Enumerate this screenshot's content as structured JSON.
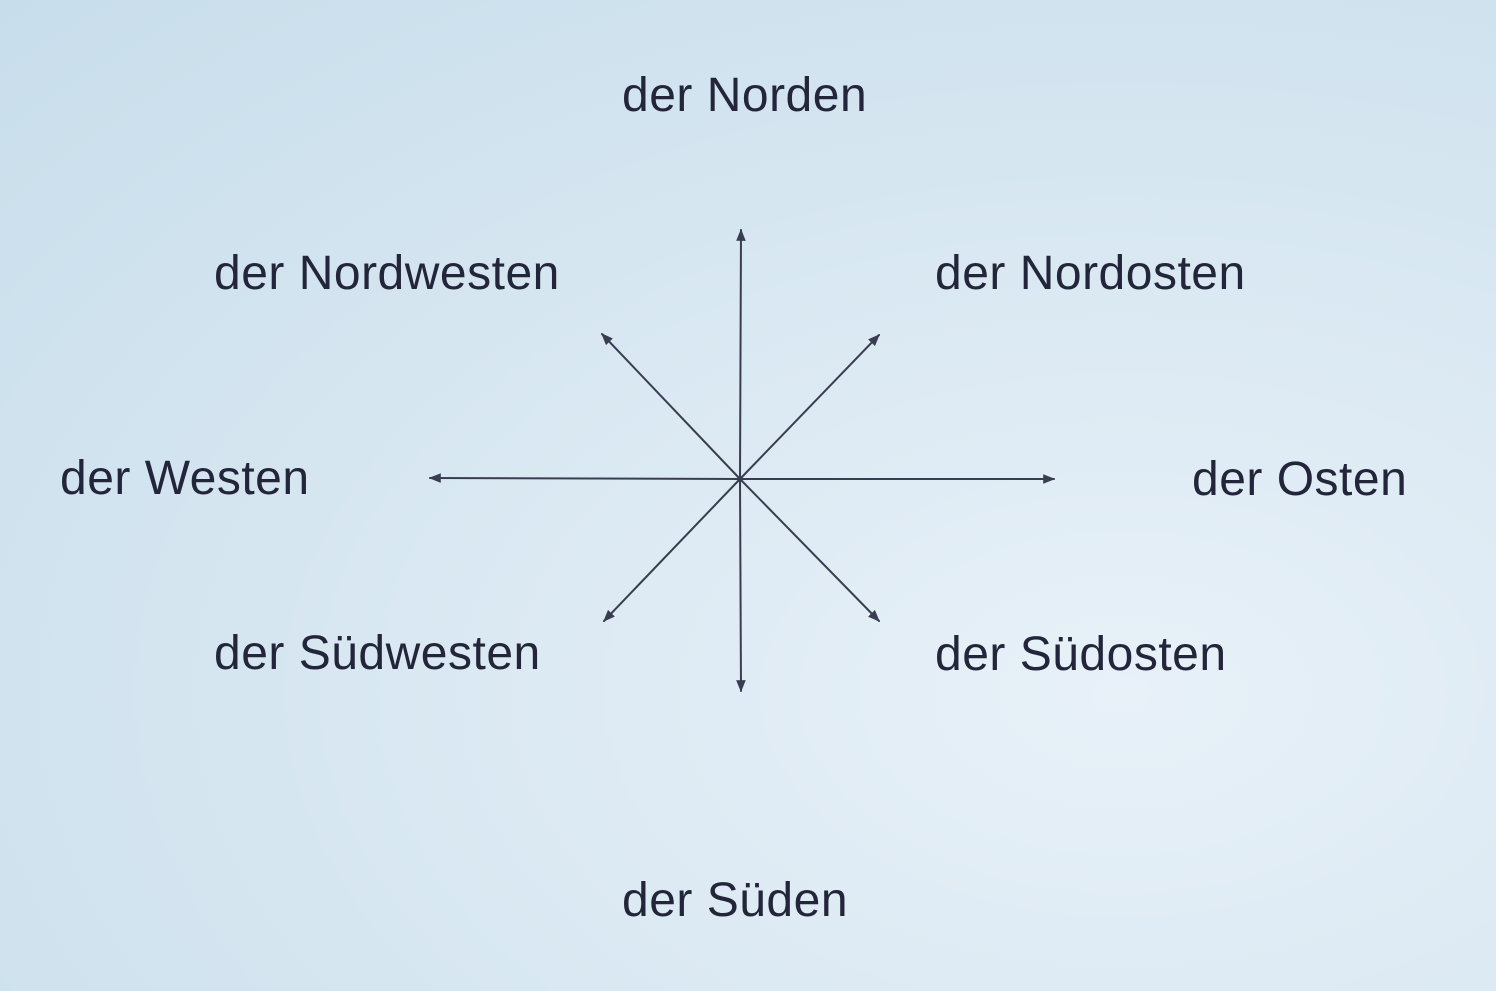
{
  "directions": {
    "north": "der Norden",
    "northwest": "der Nordwesten",
    "northeast": "der Nordosten",
    "west": "der Westen",
    "east": "der Osten",
    "southwest": "der Südwesten",
    "southeast": "der Südosten",
    "south": "der Süden"
  },
  "colors": {
    "text": "#23263a",
    "arrows": "#3a3d52",
    "background": "#d6e7f2"
  }
}
